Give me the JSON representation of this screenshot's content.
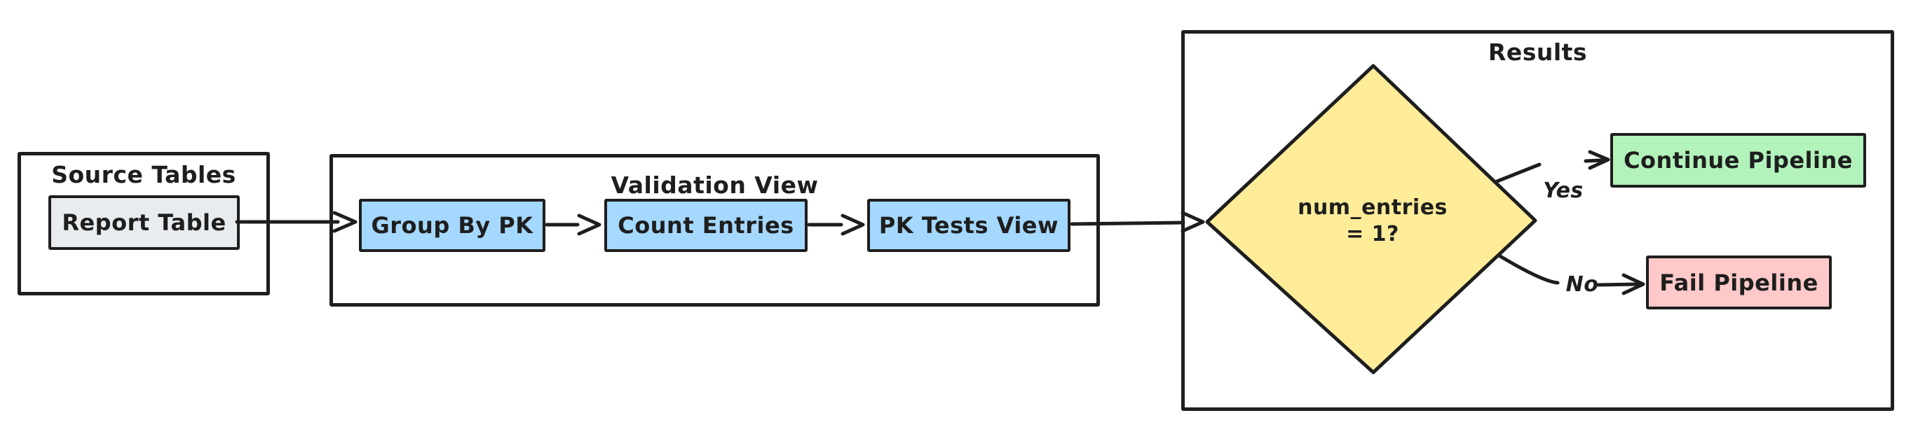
{
  "colors": {
    "stroke": "#1e1e1e",
    "background": "#ffffff"
  },
  "containers": {
    "source": {
      "label": "Source Tables"
    },
    "validation": {
      "label": "Validation View"
    },
    "results": {
      "label": "Results"
    }
  },
  "nodes": {
    "report_table": {
      "label": "Report Table",
      "fill": "#e9ecef"
    },
    "group_by_pk": {
      "label": "Group By PK",
      "fill": "#a5d8ff"
    },
    "count_entries": {
      "label": "Count Entries",
      "fill": "#a5d8ff"
    },
    "pk_tests_view": {
      "label": "PK Tests View",
      "fill": "#a5d8ff"
    },
    "decision": {
      "line1": "num_entries",
      "line2": "= 1?",
      "fill": "#ffec99"
    },
    "continue_pipeline": {
      "label": "Continue Pipeline",
      "fill": "#b2f2bb"
    },
    "fail_pipeline": {
      "label": "Fail Pipeline",
      "fill": "#ffc9c9"
    }
  },
  "edges": {
    "yes_label": "Yes",
    "no_label": "No"
  }
}
